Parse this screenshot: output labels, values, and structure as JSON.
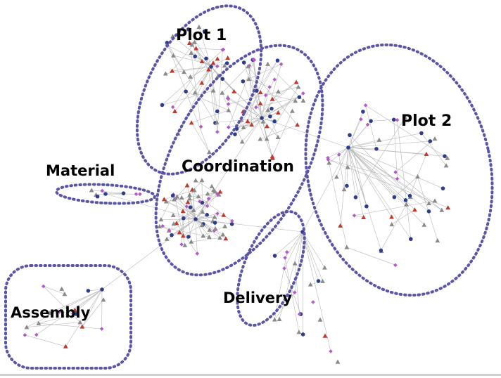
{
  "figure": {
    "clusters": [
      {
        "id": "plot1",
        "label": "Plot 1"
      },
      {
        "id": "plot2",
        "label": "Plot 2"
      },
      {
        "id": "coordination",
        "label": "Coordination"
      },
      {
        "id": "material",
        "label": "Material"
      },
      {
        "id": "assembly",
        "label": "Assembly"
      },
      {
        "id": "delivery",
        "label": "Delivery"
      }
    ],
    "colors": {
      "outline": "#5a55a6",
      "node_blue": "#2e3d8a",
      "node_red": "#c0392b",
      "node_gray": "#8a8a8a",
      "node_pink": "#b45ac8",
      "edge": "#b9b9b9"
    },
    "legend_shapes": [
      "blue-circle",
      "red-triangle",
      "gray-triangle",
      "pink-diamond"
    ]
  }
}
